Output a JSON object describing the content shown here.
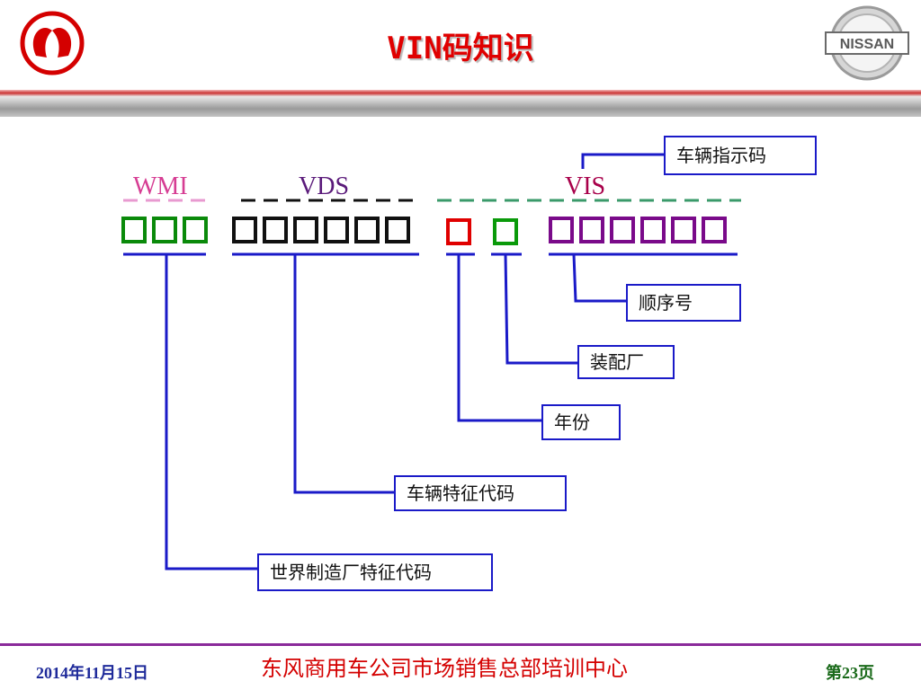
{
  "title": "VIN码知识",
  "logos": {
    "left": "dongfeng-logo",
    "right": "nissan-logo",
    "right_text": "NISSAN"
  },
  "groups": {
    "wmi": "WMI",
    "vds": "VDS",
    "vis": "VIS"
  },
  "segments": [
    {
      "name": "WMI",
      "count": 3,
      "color": "#0a8a0a"
    },
    {
      "name": "VDS",
      "count": 6,
      "color": "#111111"
    },
    {
      "name": "year",
      "count": 1,
      "color": "#e00000"
    },
    {
      "name": "plant",
      "count": 1,
      "color": "#0a9a0a"
    },
    {
      "name": "serial",
      "count": 6,
      "color": "#7a0a8a"
    }
  ],
  "labels": {
    "vehicle_indicator": "车辆指示码",
    "serial": "顺序号",
    "plant": "装配厂",
    "year": "年份",
    "vehicle_descriptor": "车辆特征代码",
    "world_manufacturer": "世界制造厂特征代码"
  },
  "colors": {
    "accent": "#e00000",
    "connector": "#1a1ac8",
    "footer_line": "#8a2a9a"
  },
  "footer": {
    "date": "2014年11月15日",
    "organization": "东风商用车公司市场销售总部培训中心",
    "page": "第23页"
  }
}
